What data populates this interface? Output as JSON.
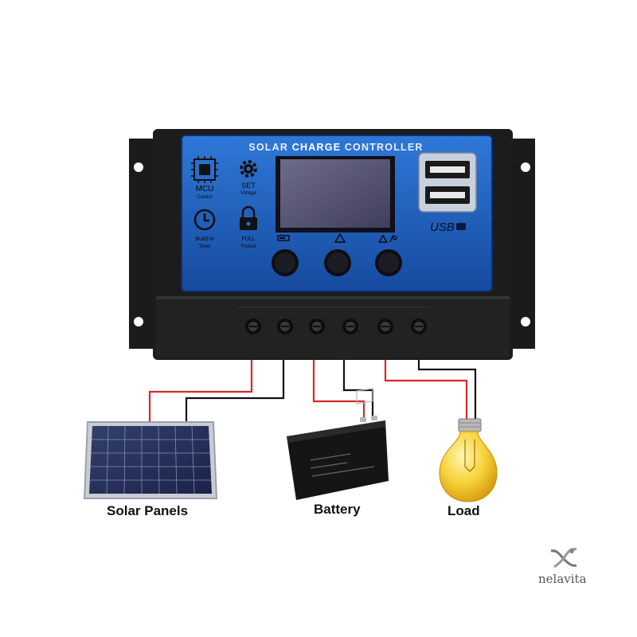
{
  "controller": {
    "title_part1": "SOLAR ",
    "title_part2": "CHARGE",
    "title_part3": " CONTROLLER",
    "buttons": {
      "mcu": {
        "title": "MCU",
        "sub": "Control"
      },
      "set": {
        "title": "SET",
        "sub": "Voltage"
      },
      "timer": {
        "title": "Build-in",
        "sub": "Timer"
      },
      "full": {
        "title": "FULL",
        "sub": "Protect"
      }
    },
    "usb_label": "USB"
  },
  "components": {
    "solar": "Solar Panels",
    "battery": "Battery",
    "load": "Load"
  },
  "colors": {
    "wire_positive": "#d42a2a",
    "wire_negative": "#111111",
    "panel_blue": "#1f5fbf",
    "housing": "#1c1c1c"
  },
  "brand": "nelavita"
}
